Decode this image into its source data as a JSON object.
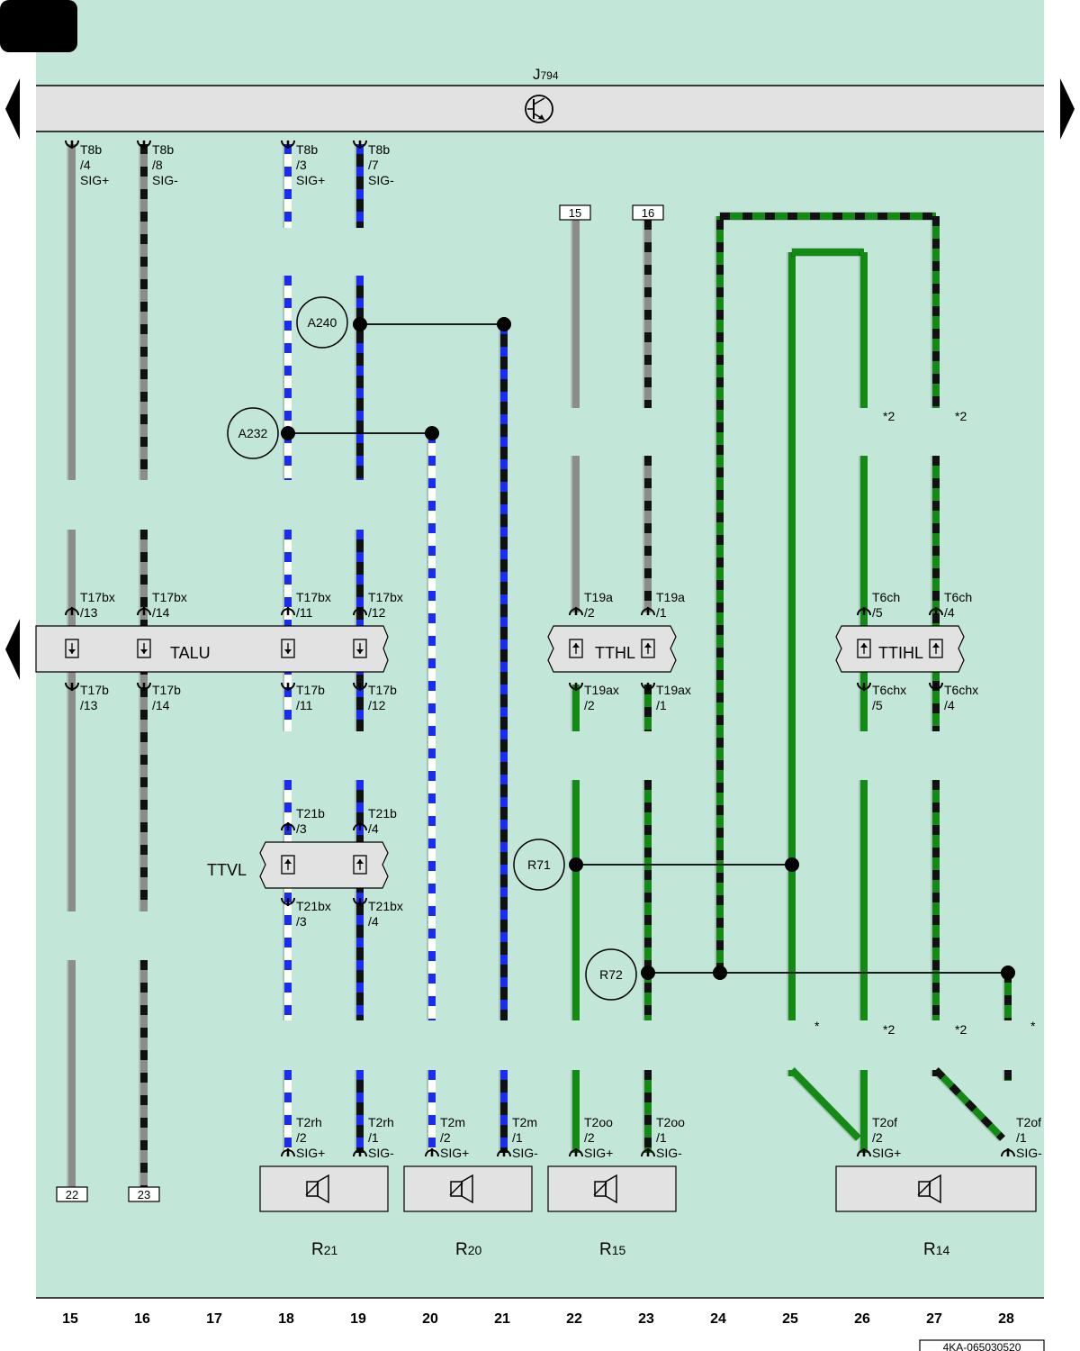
{
  "control_unit": {
    "name": "J",
    "subscript": "794"
  },
  "modules": [
    {
      "id": "talu",
      "label": "TALU"
    },
    {
      "id": "tthl",
      "label": "TTHL"
    },
    {
      "id": "ttihl",
      "label": "TTIHL"
    },
    {
      "id": "ttvl",
      "label": "TTVL"
    }
  ],
  "pins": [
    {
      "id": "j794-15",
      "lines": [
        "T8b",
        "/4",
        "SIG+"
      ]
    },
    {
      "id": "j794-16",
      "lines": [
        "T8b",
        "/8",
        "SIG-"
      ]
    },
    {
      "id": "j794-18",
      "lines": [
        "T8b",
        "/3",
        "SIG+"
      ]
    },
    {
      "id": "j794-19",
      "lines": [
        "T8b",
        "/7",
        "SIG-"
      ]
    },
    {
      "id": "talu-top-15",
      "lines": [
        "T17bx",
        "/13"
      ]
    },
    {
      "id": "talu-top-16",
      "lines": [
        "T17bx",
        "/14"
      ]
    },
    {
      "id": "talu-top-18",
      "lines": [
        "T17bx",
        "/11"
      ]
    },
    {
      "id": "talu-top-19",
      "lines": [
        "T17bx",
        "/12"
      ]
    },
    {
      "id": "talu-bot-15",
      "lines": [
        "T17b",
        "/13"
      ]
    },
    {
      "id": "talu-bot-16",
      "lines": [
        "T17b",
        "/14"
      ]
    },
    {
      "id": "talu-bot-18",
      "lines": [
        "T17b",
        "/11"
      ]
    },
    {
      "id": "talu-bot-19",
      "lines": [
        "T17b",
        "/12"
      ]
    },
    {
      "id": "tthl-top-22",
      "lines": [
        "T19a",
        "/2"
      ]
    },
    {
      "id": "tthl-top-23",
      "lines": [
        "T19a",
        "/1"
      ]
    },
    {
      "id": "tthl-bot-22",
      "lines": [
        "T19ax",
        "/2"
      ]
    },
    {
      "id": "tthl-bot-23",
      "lines": [
        "T19ax",
        "/1"
      ]
    },
    {
      "id": "ttihl-top-26",
      "lines": [
        "T6ch",
        "/5"
      ]
    },
    {
      "id": "ttihl-top-27",
      "lines": [
        "T6ch",
        "/4"
      ]
    },
    {
      "id": "ttihl-bot-26",
      "lines": [
        "T6chx",
        "/5"
      ]
    },
    {
      "id": "ttihl-bot-27",
      "lines": [
        "T6chx",
        "/4"
      ]
    },
    {
      "id": "ttvl-top-18",
      "lines": [
        "T21b",
        "/3"
      ]
    },
    {
      "id": "ttvl-top-19",
      "lines": [
        "T21b",
        "/4"
      ]
    },
    {
      "id": "ttvl-bot-18",
      "lines": [
        "T21bx",
        "/3"
      ]
    },
    {
      "id": "ttvl-bot-19",
      "lines": [
        "T21bx",
        "/4"
      ]
    },
    {
      "id": "r21-18",
      "lines": [
        "T2rh",
        "/2",
        "SIG+"
      ]
    },
    {
      "id": "r21-19",
      "lines": [
        "T2rh",
        "/1",
        "SIG-"
      ]
    },
    {
      "id": "r20-20",
      "lines": [
        "T2m",
        "/2",
        "SIG+"
      ]
    },
    {
      "id": "r20-21",
      "lines": [
        "T2m",
        "/1",
        "SIG-"
      ]
    },
    {
      "id": "r15-22",
      "lines": [
        "T2oo",
        "/2",
        "SIG+"
      ]
    },
    {
      "id": "r15-23",
      "lines": [
        "T2oo",
        "/1",
        "SIG-"
      ]
    },
    {
      "id": "r14-26",
      "lines": [
        "T2of",
        "/2",
        "SIG+"
      ]
    },
    {
      "id": "r14-28",
      "lines": [
        "T2of",
        "/1",
        "SIG-"
      ]
    }
  ],
  "junctions": [
    "A240",
    "A232",
    "R71",
    "R72"
  ],
  "references": [
    "15",
    "16",
    "22",
    "23"
  ],
  "notes": [
    "*2",
    "*2",
    "*",
    "*2",
    "*2",
    "*"
  ],
  "speakers": [
    {
      "id": "r21",
      "name": "R",
      "subscript": "21"
    },
    {
      "id": "r20",
      "name": "R",
      "subscript": "20"
    },
    {
      "id": "r15",
      "name": "R",
      "subscript": "15"
    },
    {
      "id": "r14",
      "name": "R",
      "subscript": "14"
    }
  ],
  "columns": [
    "15",
    "16",
    "17",
    "18",
    "19",
    "20",
    "21",
    "22",
    "23",
    "24",
    "25",
    "26",
    "27",
    "28"
  ],
  "drawing_number": "4KA-065030520",
  "colors": {
    "background": "#c2e6d8",
    "module_fill": "#e2e2e2",
    "wire_grey": "#8c8c8c",
    "wire_black": "#111111",
    "wire_blue": "#1a2cf0",
    "wire_green": "#138a13",
    "wire_white": "#ffffff"
  }
}
